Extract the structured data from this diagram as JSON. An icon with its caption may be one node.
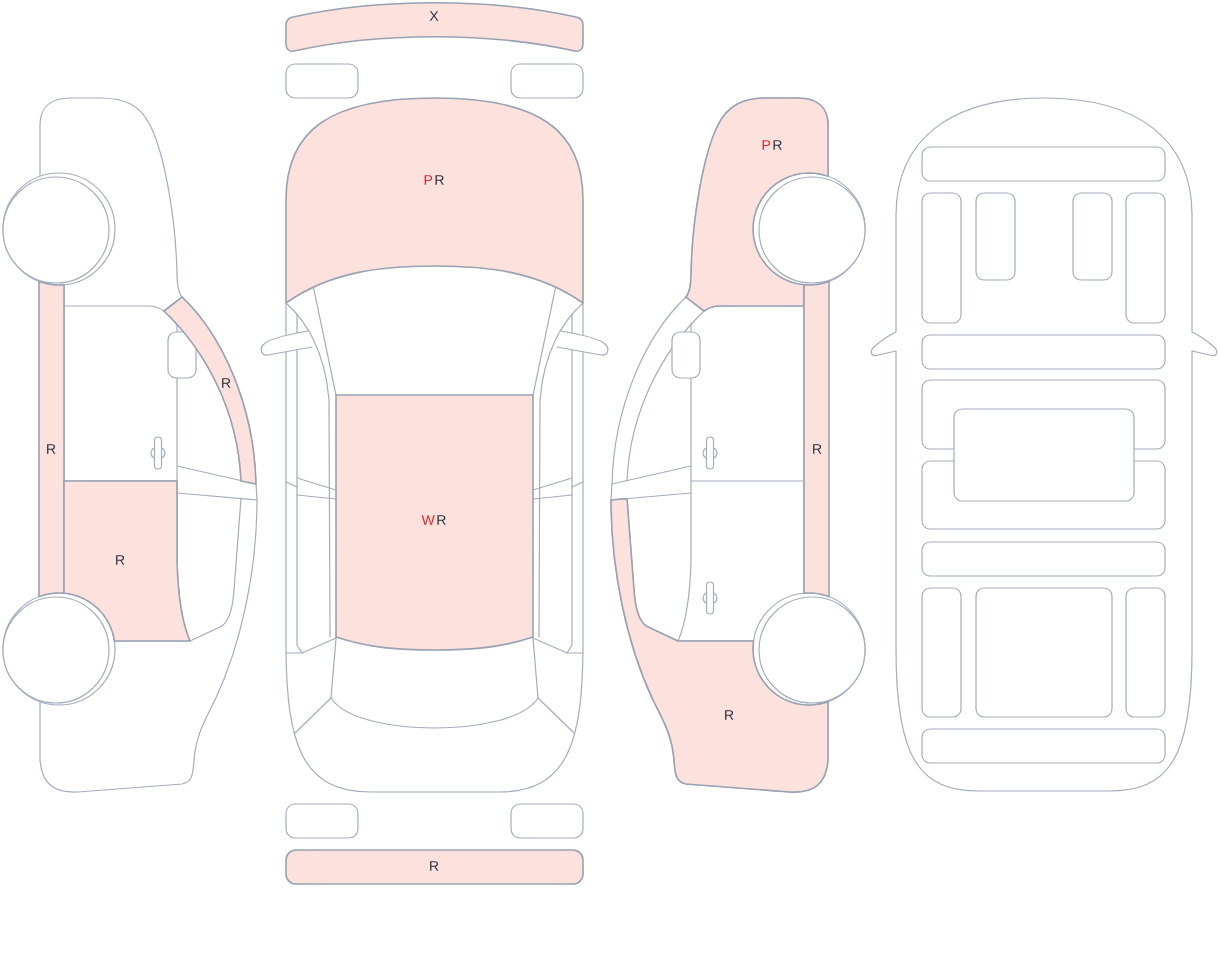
{
  "diagram": {
    "nodes": [
      {
        "text": [
          "R"
        ]
      },
      {
        "text": [
          "R"
        ]
      },
      {
        "text": [
          "R"
        ]
      },
      {
        "text": [
          "X"
        ]
      },
      {
        "text": [
          "P",
          "R"
        ]
      },
      {
        "text": [
          "W",
          "R"
        ]
      },
      {
        "text": [
          "R"
        ]
      },
      {
        "text": [
          "P",
          "R"
        ]
      },
      {
        "text": [
          "R"
        ]
      },
      {
        "text": [
          "R"
        ]
      }
    ]
  }
}
